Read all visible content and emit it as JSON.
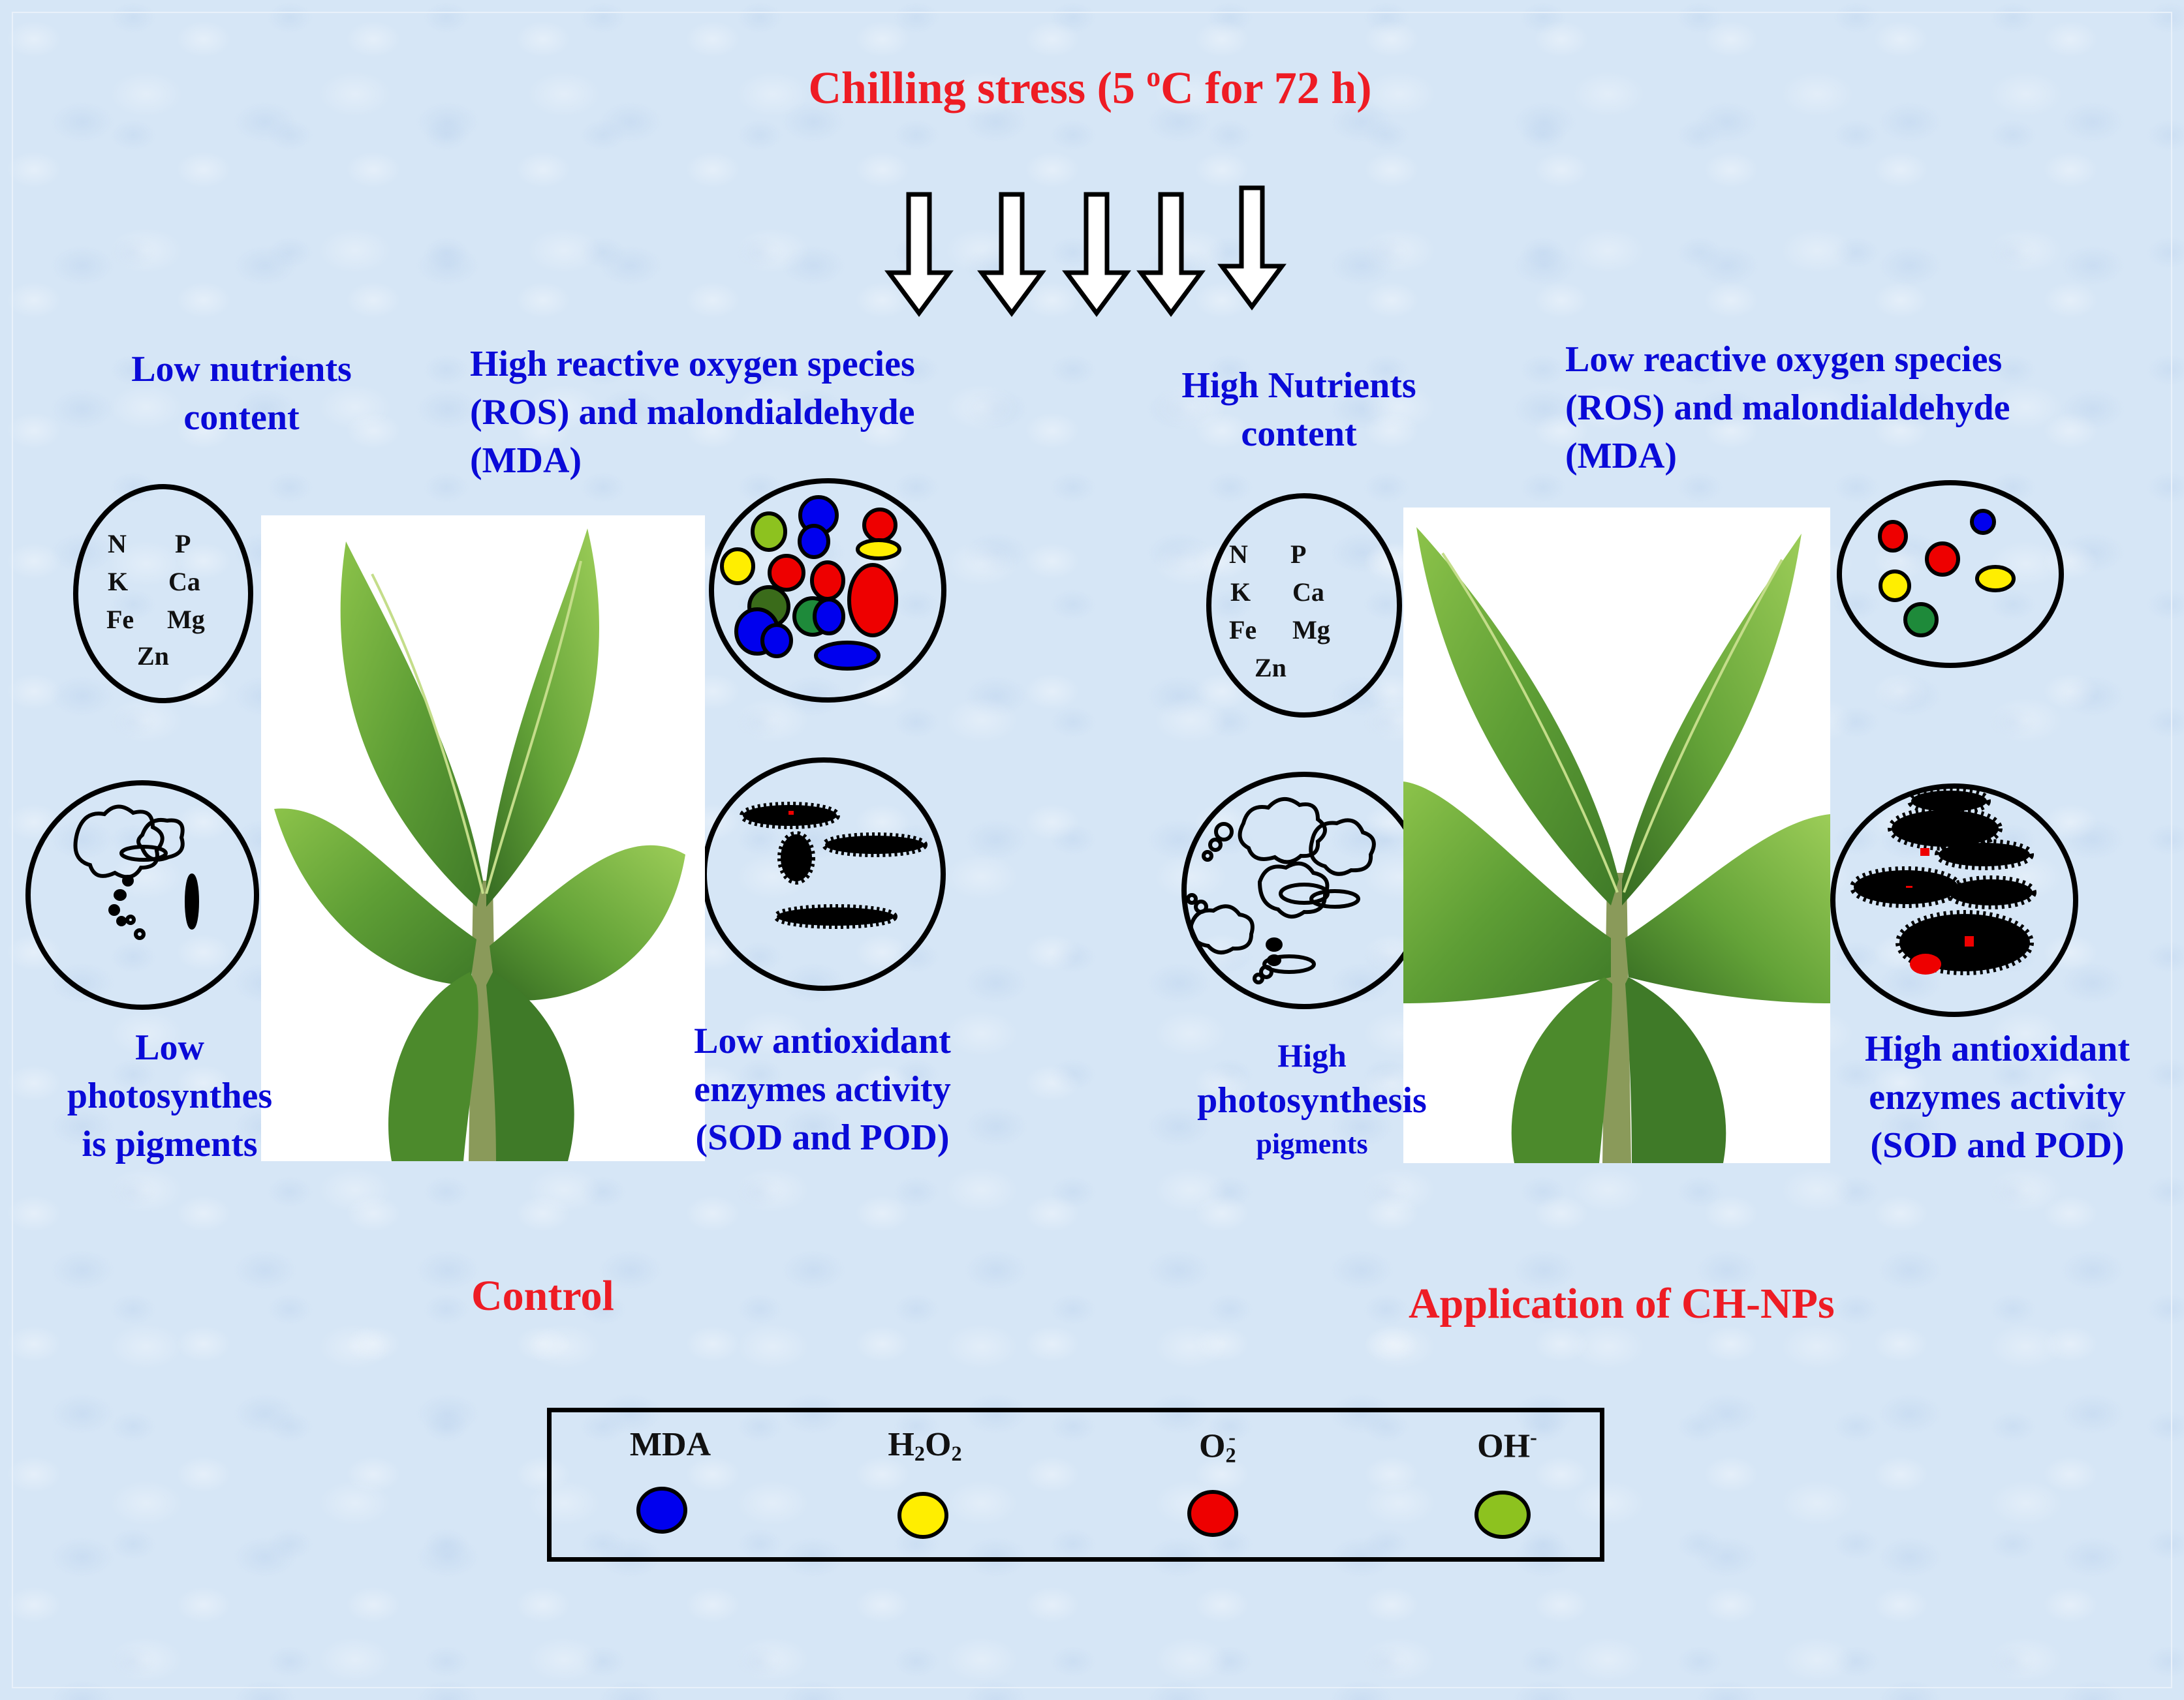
{
  "title": {
    "main": "Chilling  stress (5 ",
    "deg": "o",
    "rest": "C for 72 h)"
  },
  "control": {
    "label": "Control",
    "nutrients": {
      "line1": "Low nutrients",
      "line2": "content"
    },
    "ros": {
      "line1": "High reactive oxygen species",
      "line2": "(ROS) and malondialdehyde",
      "line3": "(MDA)"
    },
    "photo": {
      "line1": "Low",
      "line2": "photosynthes",
      "line3": "is pigments"
    },
    "antioxidant": {
      "line1": "Low antioxidant",
      "line2": "enzymes activity",
      "line3": "(SOD and POD)"
    }
  },
  "treatment": {
    "label": "Application  of CH-NPs",
    "nutrients": {
      "line1": "High Nutrients",
      "line2": "content"
    },
    "ros": {
      "line1": "Low reactive oxygen species",
      "line2": "(ROS) and malondialdehyde",
      "line3": "(MDA)"
    },
    "photo": {
      "line1": "High",
      "line2": "photosynthesis",
      "line3": "pigments"
    },
    "antioxidant": {
      "line1": "High antioxidant",
      "line2": "enzymes activity",
      "line3": "(SOD and POD)"
    }
  },
  "nutrient_symbols": [
    "N",
    "P",
    "K",
    "Ca",
    "Fe",
    "Mg",
    "Zn"
  ],
  "legend": [
    {
      "base": "MDA",
      "sub": "",
      "sup": "",
      "color": "#0000ee"
    },
    {
      "base": "H",
      "sub": "2",
      "mid": "O",
      "sub2": "2",
      "sup": "",
      "color": "#ffee00"
    },
    {
      "base": "O",
      "sub": "2",
      "sup": "-",
      "color": "#ee0000"
    },
    {
      "base": "OH",
      "sub": "",
      "sup": "-",
      "color": "#8dc21f"
    }
  ],
  "colors": {
    "title_red": "#ee1c24",
    "label_blue": "#0a0ad8",
    "mda": "#0000ee",
    "h2o2": "#ffee00",
    "o2": "#ee0000",
    "oh": "#8dc21f",
    "ros_green": "#1e8a3a",
    "ros_darkgreen": "#3a6b1a",
    "leaf": "#6fae3a"
  }
}
